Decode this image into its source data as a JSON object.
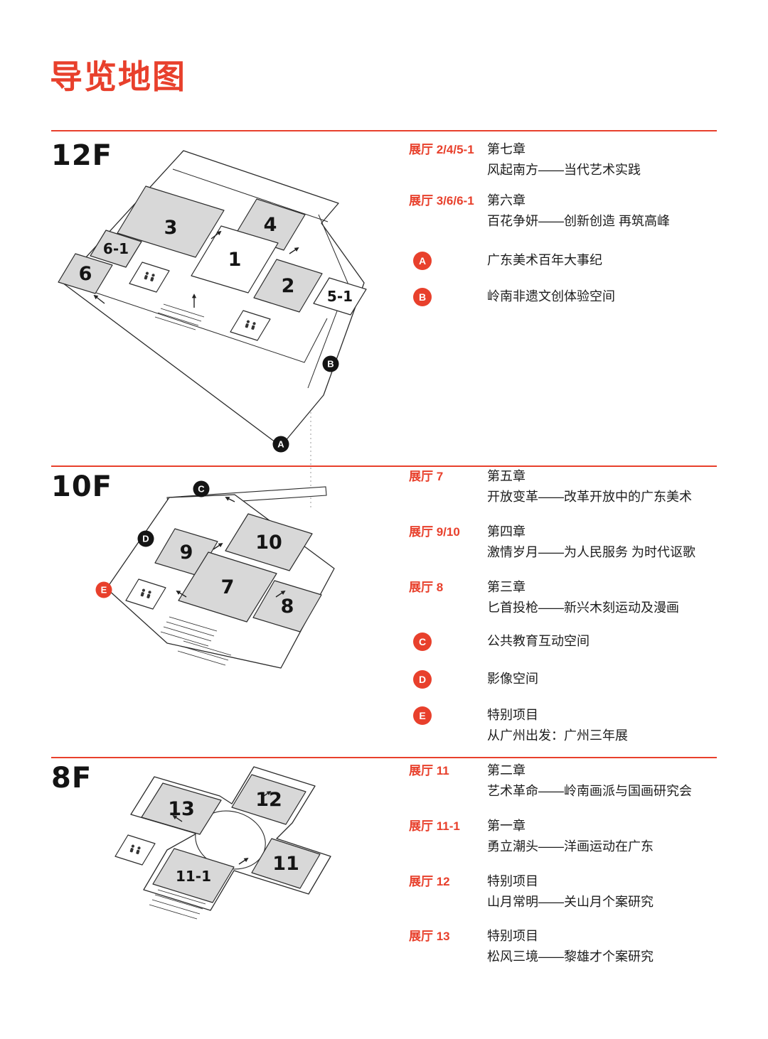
{
  "page": {
    "title": "导览地图"
  },
  "colors": {
    "accent": "#e8402c",
    "room_fill": "#d8d8d8",
    "marker": "#141414"
  },
  "floors": [
    {
      "label": "12F",
      "rooms": [
        {
          "label": "3"
        },
        {
          "label": "4"
        },
        {
          "label": "1"
        },
        {
          "label": "2"
        },
        {
          "label": "6-1"
        },
        {
          "label": "6"
        },
        {
          "label": "5-1"
        }
      ],
      "markers": [
        {
          "letter": "A"
        },
        {
          "letter": "B"
        }
      ],
      "legend": [
        {
          "hall": "展厅 2/4/5-1",
          "line1": "第七章",
          "line2": "风起南方——当代艺术实践"
        },
        {
          "hall": "展厅 3/6/6-1",
          "line1": "第六章",
          "line2": "百花争妍——创新创造 再筑高峰"
        },
        {
          "badge": "A",
          "line1": "广东美术百年大事纪"
        },
        {
          "badge": "B",
          "line1": "岭南非遗文创体验空间"
        }
      ]
    },
    {
      "label": "10F",
      "rooms": [
        {
          "label": "10"
        },
        {
          "label": "9"
        },
        {
          "label": "7"
        },
        {
          "label": "8"
        }
      ],
      "markers": [
        {
          "letter": "C"
        },
        {
          "letter": "D"
        },
        {
          "letter": "E"
        }
      ],
      "legend": [
        {
          "hall": "展厅 7",
          "line1": "第五章",
          "line2": "开放变革——改革开放中的广东美术"
        },
        {
          "hall": "展厅 9/10",
          "line1": "第四章",
          "line2": "激情岁月——为人民服务 为时代讴歌"
        },
        {
          "hall": "展厅 8",
          "line1": "第三章",
          "line2": "匕首投枪——新兴木刻运动及漫画"
        },
        {
          "badge": "C",
          "line1": "公共教育互动空间"
        },
        {
          "badge": "D",
          "line1": "影像空间"
        },
        {
          "badge": "E",
          "line1": "特别项目",
          "line2": "从广州出发：广州三年展"
        }
      ]
    },
    {
      "label": "8F",
      "rooms": [
        {
          "label": "13"
        },
        {
          "label": "12"
        },
        {
          "label": "11-1"
        },
        {
          "label": "11"
        }
      ],
      "markers": [],
      "legend": [
        {
          "hall": "展厅 11",
          "line1": "第二章",
          "line2": "艺术革命——岭南画派与国画研究会"
        },
        {
          "hall": "展厅 11-1",
          "line1": "第一章",
          "line2": "勇立潮头——洋画运动在广东"
        },
        {
          "hall": "展厅 12",
          "line1": "特别项目",
          "line2": "山月常明——关山月个案研究"
        },
        {
          "hall": "展厅 13",
          "line1": "特别项目",
          "line2": "松风三境——黎雄才个案研究"
        }
      ]
    }
  ]
}
